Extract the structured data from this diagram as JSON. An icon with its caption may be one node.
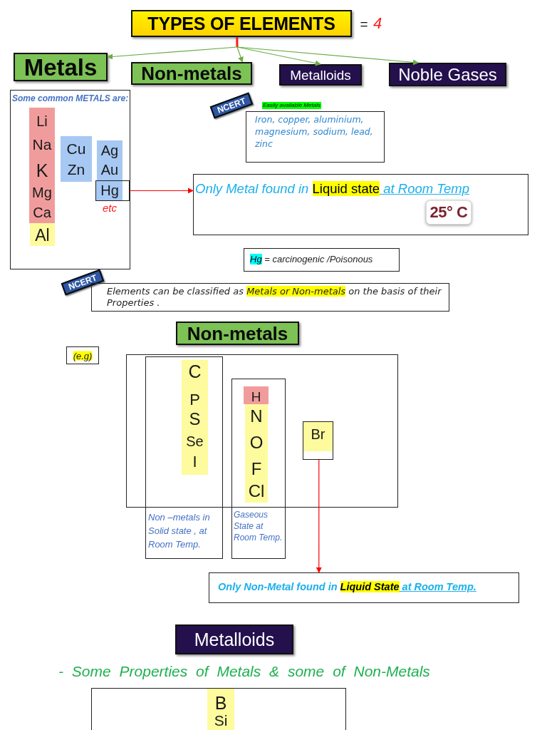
{
  "diagram": {
    "nodes": [
      {
        "text": [
          "TYPES OF ELEMENTS"
        ],
        "beside": [
          "=",
          "4"
        ]
      },
      {
        "text": [
          "Metals"
        ]
      },
      {
        "text": [
          "Non-metals"
        ]
      },
      {
        "text": [
          "Metalloids"
        ]
      },
      {
        "text": [
          "Noble Gases"
        ]
      },
      {
        "text": [
          "Some common METALS are:"
        ]
      },
      {
        "text": [
          "Li",
          "Na",
          "K",
          "Mg",
          "Ca"
        ],
        "in": 5
      },
      {
        "text": [
          "Al"
        ],
        "in": 5
      },
      {
        "text": [
          "Cu",
          "Zn"
        ],
        "in": 5
      },
      {
        "text": [
          "Ag",
          "Au"
        ],
        "in": 5
      },
      {
        "text": [
          "Hg"
        ],
        "in": 5,
        "beside": [
          "etc"
        ]
      },
      {
        "text": [
          "NCERT"
        ]
      },
      {
        "text": [
          "Easily available Metals",
          "Iron, copper, aluminium, magnesium, sodium, lead, zinc"
        ]
      },
      {
        "text": [
          "Only Metal found in **Liquid state** at Room Temp"
        ]
      },
      {
        "text": [
          "25° C"
        ],
        "in": 13
      },
      {
        "text": [
          "**Hg** = carcinogenic /Poisonous"
        ]
      },
      {
        "text": [
          "NCERT"
        ]
      },
      {
        "text": [
          "Elements can be classified as **Metals or Non-metals** on the basis of their Properties ."
        ]
      },
      {
        "text": [
          "Non-metals"
        ]
      },
      {
        "text": [
          "(e.g)"
        ]
      },
      {
        "text": [],
        "shape": "box"
      },
      {
        "text": [
          "Non –metals in Solid state , at Room Temp."
        ]
      },
      {
        "text": [
          "C",
          "P",
          "S",
          "Se",
          "I"
        ]
      },
      {
        "text": [
          "Gaseous State at Room Temp."
        ]
      },
      {
        "text": [
          "H"
        ]
      },
      {
        "text": [
          "N",
          "O",
          "F",
          "Cl"
        ]
      },
      {
        "text": [
          "Br"
        ],
        "in": 20
      },
      {
        "text": [
          "Only Non-Metal found in **Liquid State** at Room Temp."
        ]
      },
      {
        "text": [
          "Metalloids"
        ]
      },
      {
        "text": [],
        "shape": "box"
      },
      {
        "text": [
          "B",
          "Si"
        ],
        "in": 29
      }
    ],
    "edges": [
      {
        "from": 0,
        "to": 1,
        "arrow": "to"
      },
      {
        "from": 0,
        "to": 2,
        "arrow": "to"
      },
      {
        "from": 0,
        "to": 3,
        "arrow": "to"
      },
      {
        "from": 0,
        "to": 4,
        "arrow": "to"
      },
      {
        "from": 10,
        "to": 13,
        "arrow": "to",
        "color": "#ff0000"
      },
      {
        "from": 26,
        "to": 27,
        "arrow": "to",
        "color": "#ff0000"
      }
    ],
    "labels": [
      "- Some Properties of Metals & some of Non-Metals"
    ]
  }
}
